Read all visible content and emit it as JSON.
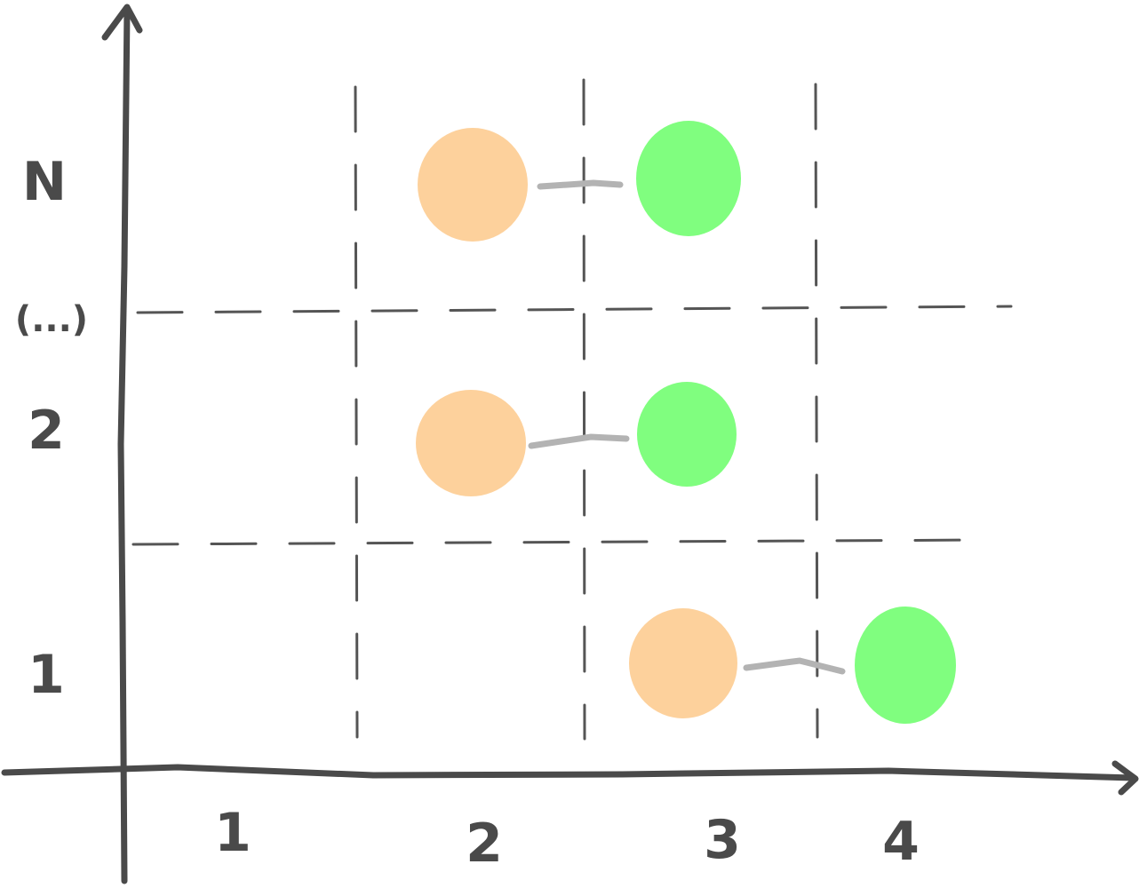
{
  "x_axis": {
    "ticks": [
      "1",
      "2",
      "3",
      "4"
    ]
  },
  "y_axis": {
    "ticks": [
      "1",
      "2",
      "(...)",
      "N"
    ]
  },
  "colors": {
    "axis": "#4a4a4a",
    "grid": "#555555",
    "orange_node": "#fdd19c",
    "green_node": "#80fe7f",
    "link": "#b3b3b3"
  },
  "pairs": [
    {
      "row": "N",
      "from": "orange",
      "to": "green"
    },
    {
      "row": "2",
      "from": "orange",
      "to": "green"
    },
    {
      "row": "1",
      "from": "orange",
      "to": "green"
    }
  ]
}
